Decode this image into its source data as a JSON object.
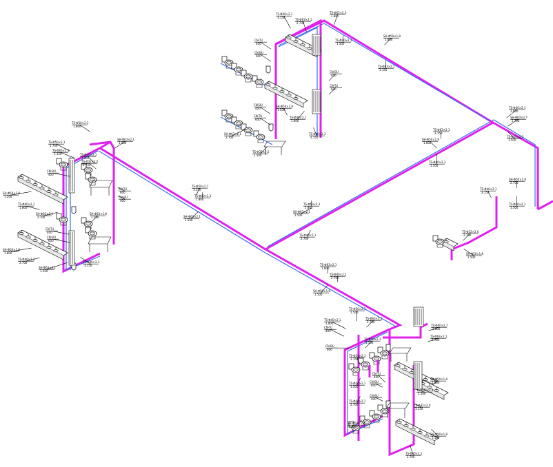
{
  "colors": {
    "supply_pipe": "#e020f0",
    "drain_pipe": "#3a6cf0",
    "linework": "#000000",
    "background": "#ffffff"
  },
  "icons": {
    "toilet": "toilet-fixture-icon",
    "washbasin": "washbasin-fixture-icon",
    "urinal": "urinal-fixture-icon",
    "louver": "louver-grille-icon"
  },
  "tags": {
    "ts50x2_1": "TS-Φ50×2.1",
    "ts63x2_1": "TS-Φ63×2.1",
    "ts63x2_3": "TS-Φ63×2.3",
    "ts40x2_1": "TS-Φ40×2.1",
    "ts40x2_3": "TS-Φ40×2.3",
    "ts32x2_0": "TS-Φ32×2.0",
    "sh50x1_8": "SH-Φ50×1.8",
    "sh63x2_1": "SH-Φ63×2.1",
    "sh63x2_7": "SH-Φ63×2.7",
    "cn_bu": "CN-BU",
    "cn_tu": "CN-TU",
    "elev_1": "1.500",
    "elev_2": "1.800",
    "elev_3": "2.700",
    "elev_4": "3.150",
    "mark_a": "400",
    "mark_b": "600"
  }
}
